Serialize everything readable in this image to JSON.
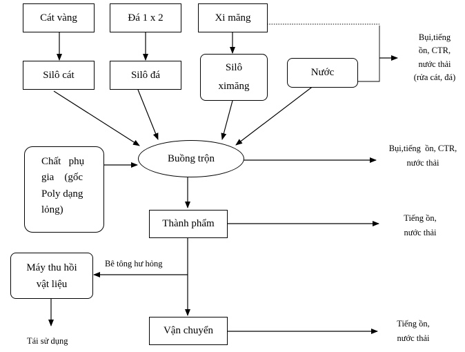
{
  "nodes": {
    "cat_vang": "Cát vàng",
    "da_1x2": "Đá 1 x 2",
    "xi_mang": "Xi măng",
    "silo_cat": "Silô cát",
    "silo_da": "Silô đá",
    "silo_ximang_line1": "Silô",
    "silo_ximang_line2": "ximăng",
    "nuoc": "Nước",
    "phu_gia_lines": [
      "Chất   phụ",
      "gia    (gốc",
      "Poly dạng",
      "lỏng)"
    ],
    "buong_tron": "Buồng trộn",
    "thanh_pham": "Thành phẩm",
    "may_thu_hoi_line1": "Máy thu hồi",
    "may_thu_hoi_line2": "vật liệu",
    "van_chuyen": "Vận chuyển"
  },
  "emissions": {
    "top_right": [
      "Bụi,tiếng",
      "ồn, CTR,",
      "nước thải",
      "(rửa cát, đá)"
    ],
    "mixer": [
      "Bụi,tiếng  ồn, CTR,",
      "nước thải"
    ],
    "product": [
      "Tiếng ồn,",
      "nước thải"
    ],
    "transport": [
      "Tiếng ồn,",
      "nước thải"
    ]
  },
  "edge_labels": {
    "broken_concrete": "Bê tông hư hỏng",
    "reuse": "Tái sử dụng"
  }
}
